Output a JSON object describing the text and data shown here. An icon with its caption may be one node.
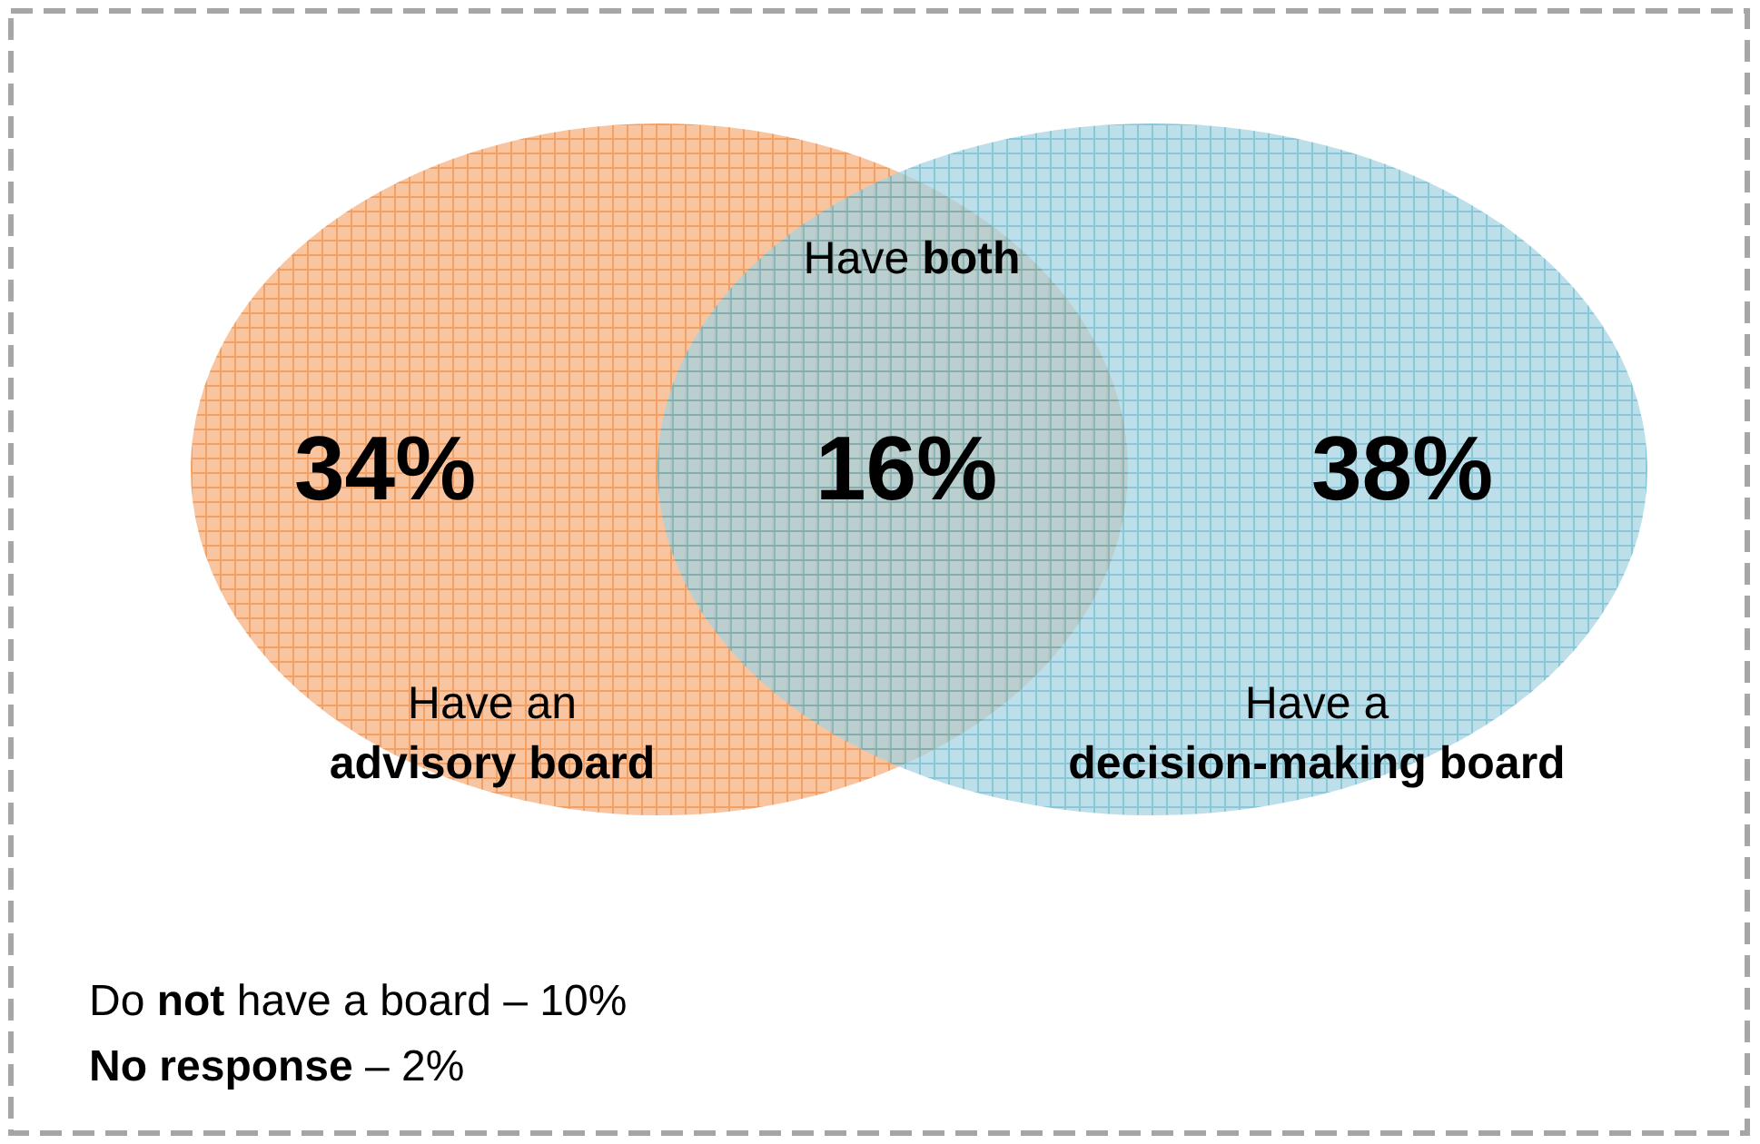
{
  "diagram": {
    "nodes": [
      {
        "text": [
          "34%",
          "Have an **advisory board**"
        ]
      },
      {
        "text": [
          "38%",
          "Have a **decision-making board**"
        ]
      }
    ],
    "edges": [],
    "labels": [
      "Have **both**",
      "16%",
      "Do **not** have a board – 10%",
      "**No response** – 2%"
    ]
  }
}
